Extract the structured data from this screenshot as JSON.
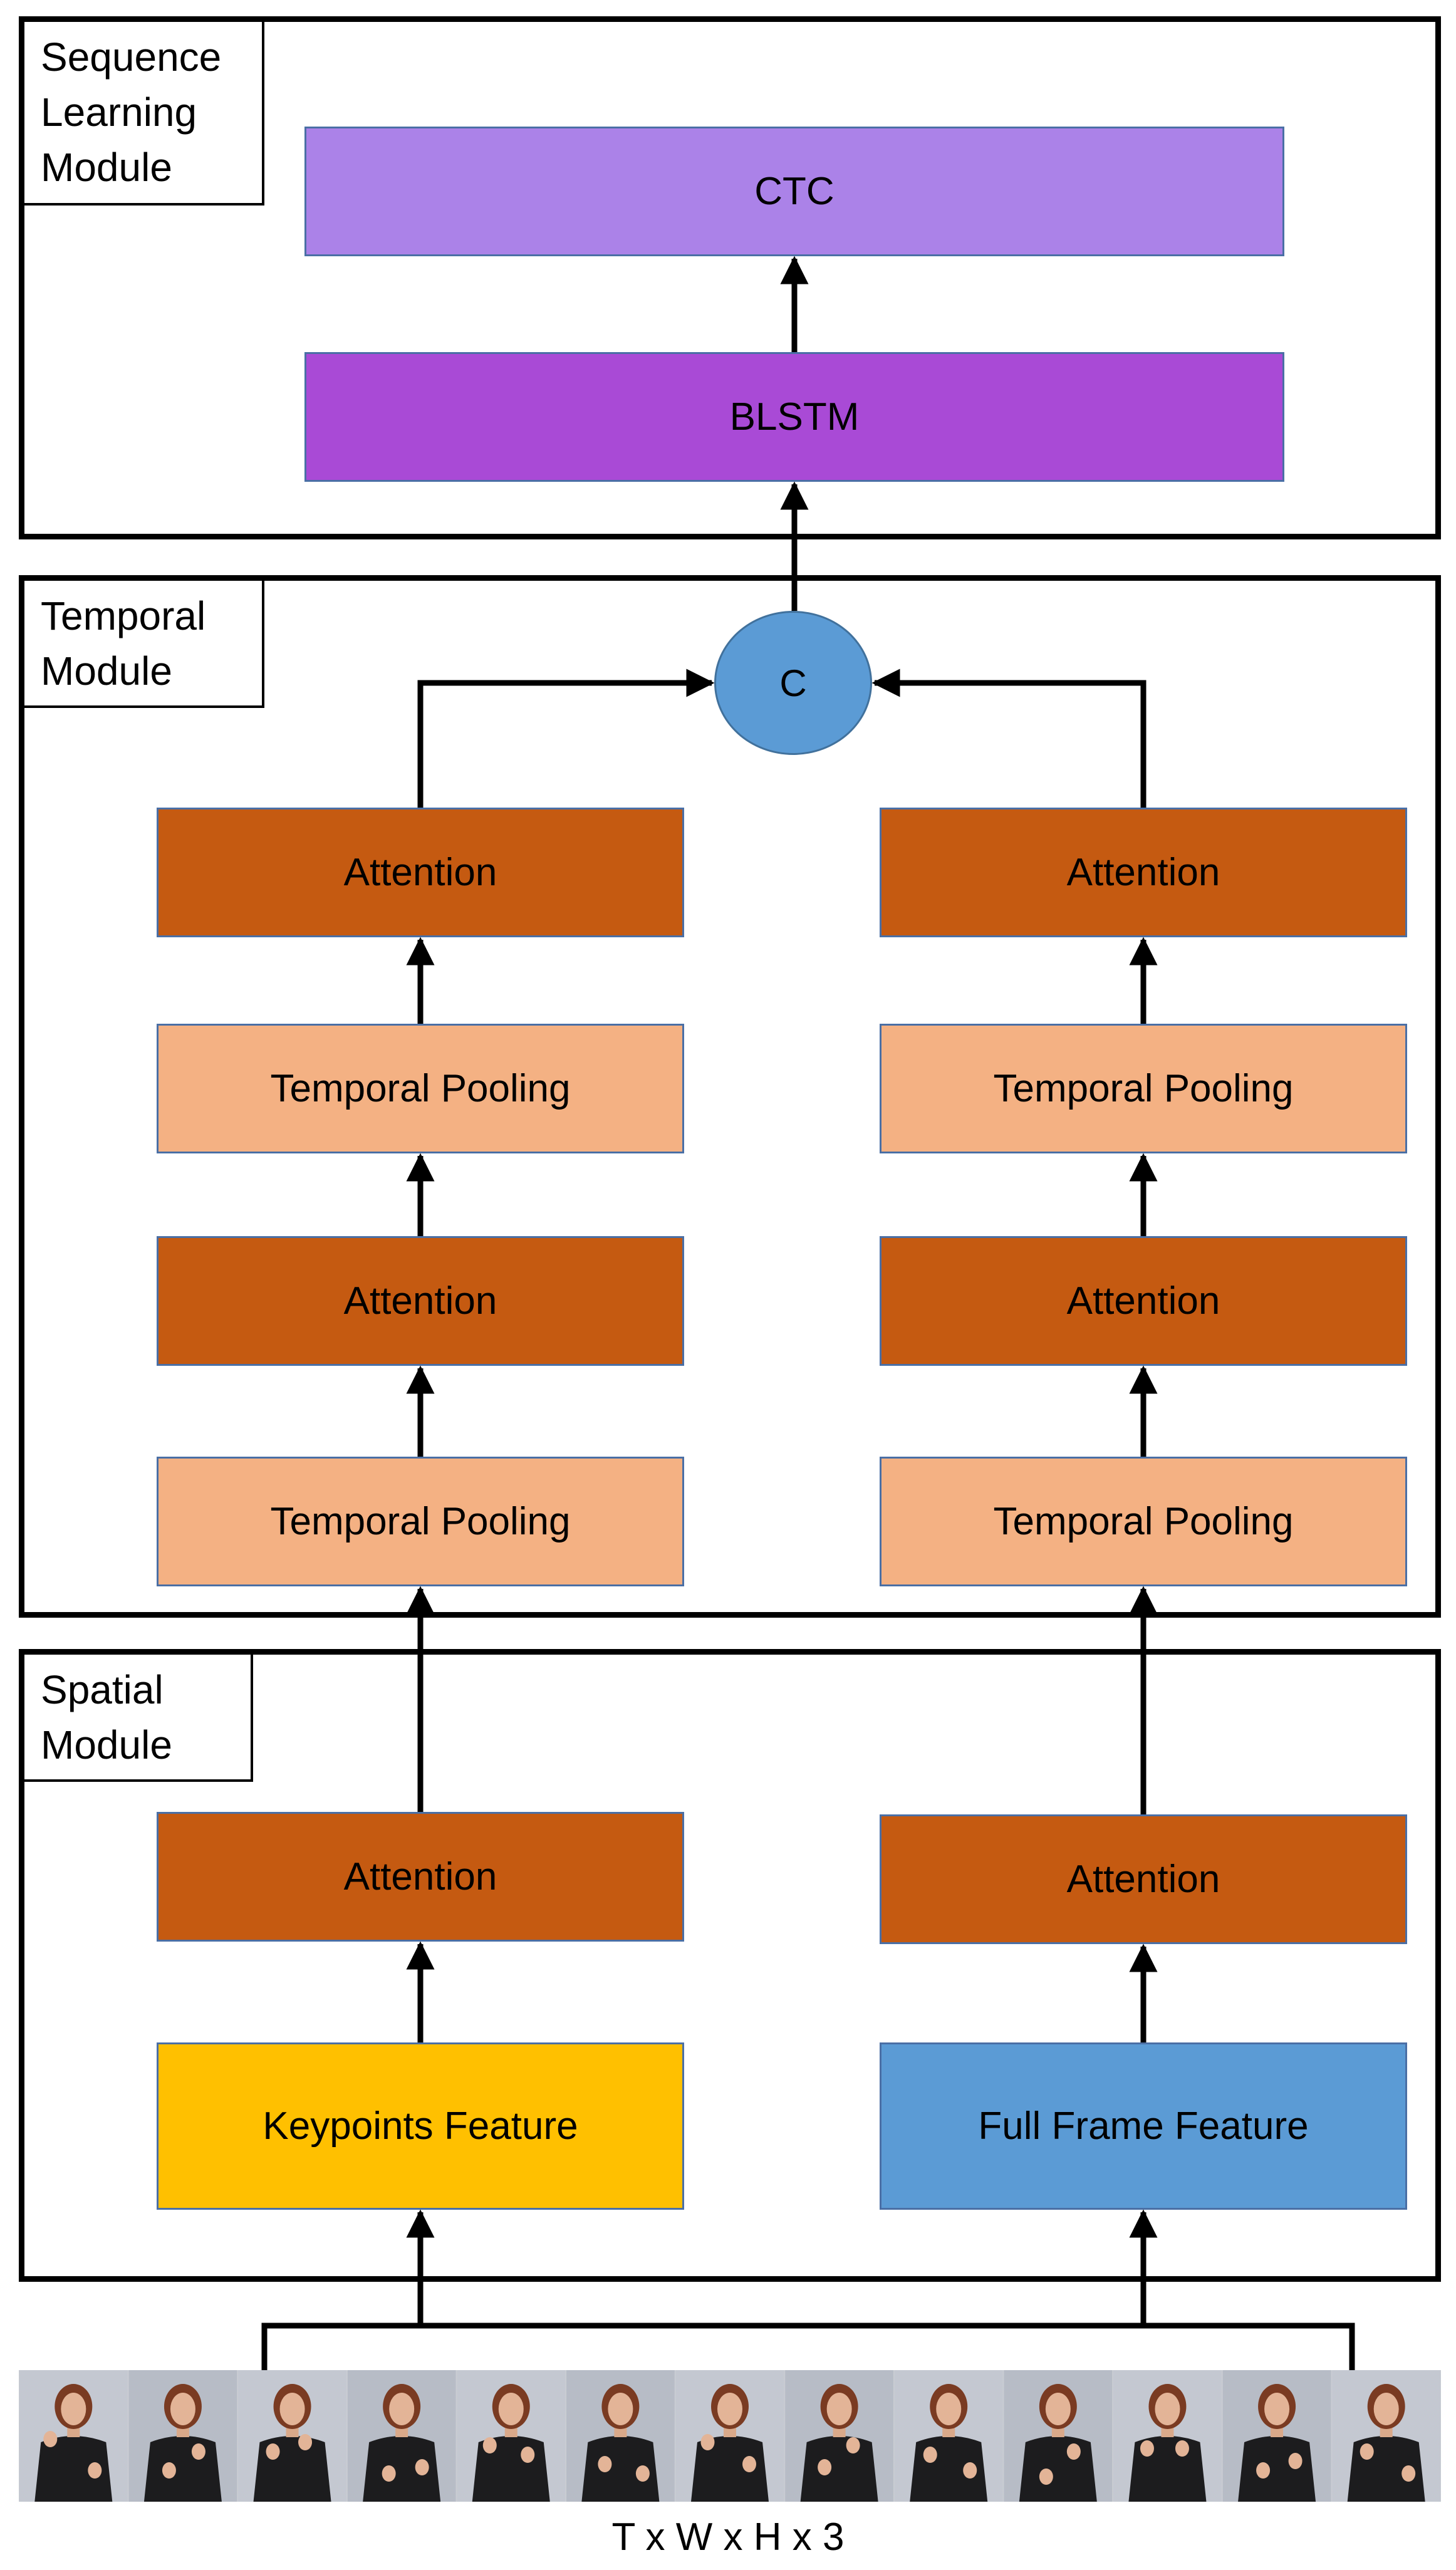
{
  "modules": {
    "sequence": {
      "label": "Sequence\nLearning\nModule"
    },
    "temporal": {
      "label": "Temporal\nModule"
    },
    "spatial": {
      "label": "Spatial\nModule"
    }
  },
  "blocks": {
    "ctc": "CTC",
    "blstm": "BLSTM",
    "concat": "C",
    "left": {
      "attention_top": "Attention",
      "pooling_top": "Temporal Pooling",
      "attention_mid": "Attention",
      "pooling_bottom": "Temporal Pooling",
      "attention_spatial": "Attention",
      "feature": "Keypoints Feature"
    },
    "right": {
      "attention_top": "Attention",
      "pooling_top": "Temporal Pooling",
      "attention_mid": "Attention",
      "pooling_bottom": "Temporal Pooling",
      "attention_spatial": "Attention",
      "feature": "Full Frame Feature"
    }
  },
  "input": {
    "caption": "T x W x H x 3",
    "frame_count": 13
  },
  "colors": {
    "ctc": "#ab82e8",
    "blstm": "#a94ad6",
    "attention": "#c55a11",
    "pooling": "#f4b183",
    "keypoints": "#ffc000",
    "full_frame": "#5b9bd5",
    "concat": "#5b9bd5"
  }
}
